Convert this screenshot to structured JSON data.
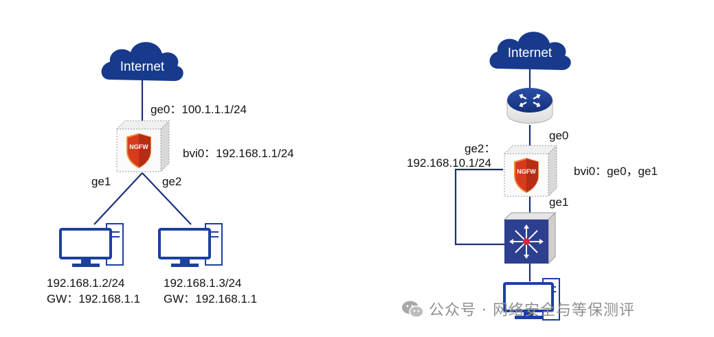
{
  "left": {
    "cloud_label": "Internet",
    "firewall_badge": "NGFW",
    "labels": {
      "ge0": "ge0：100.1.1.1/24",
      "bvi0": "bvi0：192.168.1.1/24",
      "ge1": "ge1",
      "ge2": "ge2"
    },
    "pc1": {
      "ip": "192.168.1.2/24",
      "gw": "GW：192.168.1.1"
    },
    "pc2": {
      "ip": "192.168.1.3/24",
      "gw": "GW：192.168.1.1"
    }
  },
  "right": {
    "cloud_label": "Internet",
    "firewall_badge": "NGFW",
    "labels": {
      "ge0": "ge0",
      "ge2_line1": "ge2：",
      "ge2_line2": "192.168.10.1/24",
      "bvi0": "bvi0：ge0，ge1",
      "ge1": "ge1"
    }
  },
  "watermark": "公众号 · 网络安全与等保测评",
  "colors": {
    "cloud": "#173a8c",
    "link": "#1a2f78",
    "switch": "#2d3f8f",
    "shield": "#d83a1c",
    "pc": "#1c3fa0"
  }
}
